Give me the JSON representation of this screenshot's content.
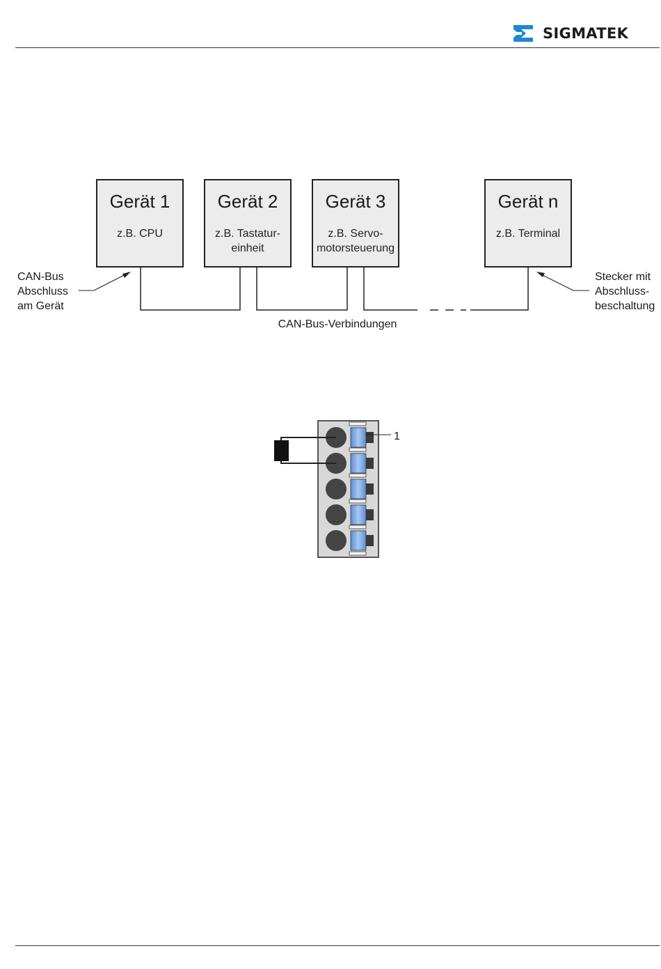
{
  "header": {
    "brand_name": "SIGMATEK",
    "brand_color": "#1e88d3",
    "logo_icon": "sigmatek-logo-icon"
  },
  "network_diagram": {
    "devices": [
      {
        "title": "Gerät 1",
        "line1": "z.B. CPU",
        "line2": ""
      },
      {
        "title": "Gerät 2",
        "line1": "z.B. Tastatur-",
        "line2": "einheit"
      },
      {
        "title": "Gerät 3",
        "line1": "z.B. Servo-",
        "line2": "motorsteuerung"
      },
      {
        "title": "Gerät n",
        "line1": "z.B. Terminal",
        "line2": ""
      }
    ],
    "left_label": [
      "CAN-Bus",
      "Abschluss",
      "am Gerät"
    ],
    "right_label": [
      "Stecker mit",
      "Abschluss-",
      "beschaltung"
    ],
    "bus_label": "CAN-Bus-Verbindungen"
  },
  "connector_diagram": {
    "pin_count": 5,
    "callout": "1"
  }
}
